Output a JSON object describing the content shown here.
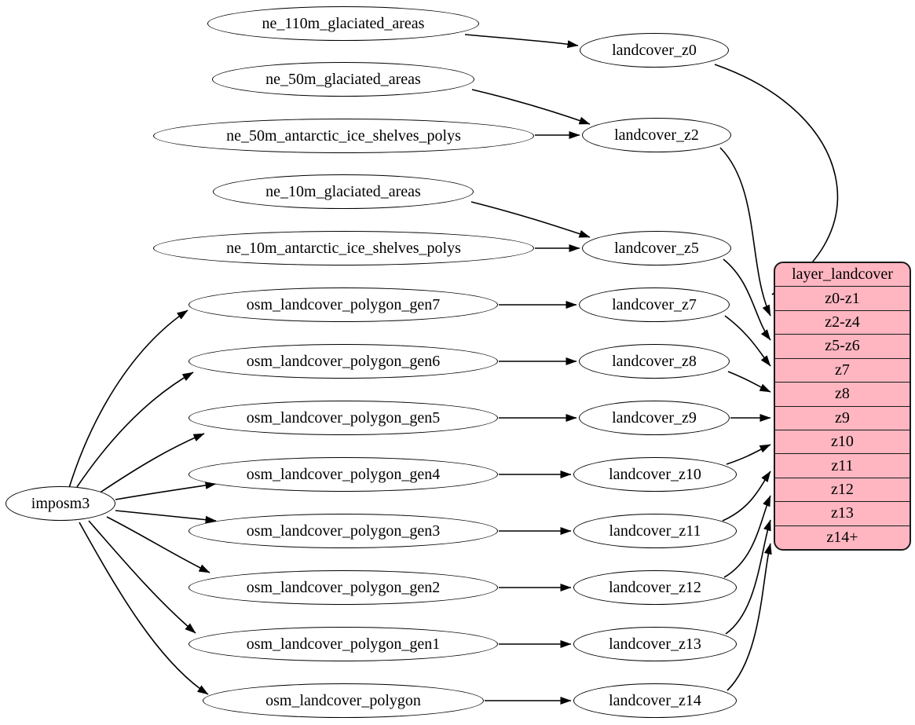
{
  "diagram": {
    "background": "#ffffff",
    "node_stroke_color": "#000000",
    "table": {
      "title": "layer_landcover",
      "fill": "#ffb6c1",
      "rows": [
        "z0-z1",
        "z2-z4",
        "z5-z6",
        "z7",
        "z8",
        "z9",
        "z10",
        "z11",
        "z12",
        "z13",
        "z14+"
      ]
    },
    "nodes": [
      {
        "id": "imposm3",
        "label": "imposm3"
      },
      {
        "id": "ne_110m_glaciated_areas",
        "label": "ne_110m_glaciated_areas"
      },
      {
        "id": "ne_50m_glaciated_areas",
        "label": "ne_50m_glaciated_areas"
      },
      {
        "id": "ne_50m_antarctic_ice_shelves_polys",
        "label": "ne_50m_antarctic_ice_shelves_polys"
      },
      {
        "id": "ne_10m_glaciated_areas",
        "label": "ne_10m_glaciated_areas"
      },
      {
        "id": "ne_10m_antarctic_ice_shelves_polys",
        "label": "ne_10m_antarctic_ice_shelves_polys"
      },
      {
        "id": "osm_landcover_polygon_gen7",
        "label": "osm_landcover_polygon_gen7"
      },
      {
        "id": "osm_landcover_polygon_gen6",
        "label": "osm_landcover_polygon_gen6"
      },
      {
        "id": "osm_landcover_polygon_gen5",
        "label": "osm_landcover_polygon_gen5"
      },
      {
        "id": "osm_landcover_polygon_gen4",
        "label": "osm_landcover_polygon_gen4"
      },
      {
        "id": "osm_landcover_polygon_gen3",
        "label": "osm_landcover_polygon_gen3"
      },
      {
        "id": "osm_landcover_polygon_gen2",
        "label": "osm_landcover_polygon_gen2"
      },
      {
        "id": "osm_landcover_polygon_gen1",
        "label": "osm_landcover_polygon_gen1"
      },
      {
        "id": "osm_landcover_polygon",
        "label": "osm_landcover_polygon"
      },
      {
        "id": "landcover_z0",
        "label": "landcover_z0"
      },
      {
        "id": "landcover_z2",
        "label": "landcover_z2"
      },
      {
        "id": "landcover_z5",
        "label": "landcover_z5"
      },
      {
        "id": "landcover_z7",
        "label": "landcover_z7"
      },
      {
        "id": "landcover_z8",
        "label": "landcover_z8"
      },
      {
        "id": "landcover_z9",
        "label": "landcover_z9"
      },
      {
        "id": "landcover_z10",
        "label": "landcover_z10"
      },
      {
        "id": "landcover_z11",
        "label": "landcover_z11"
      },
      {
        "id": "landcover_z12",
        "label": "landcover_z12"
      },
      {
        "id": "landcover_z13",
        "label": "landcover_z13"
      },
      {
        "id": "landcover_z14",
        "label": "landcover_z14"
      }
    ],
    "edges": [
      {
        "from": "ne_110m_glaciated_areas",
        "to": "landcover_z0"
      },
      {
        "from": "ne_50m_glaciated_areas",
        "to": "landcover_z2"
      },
      {
        "from": "ne_50m_antarctic_ice_shelves_polys",
        "to": "landcover_z2"
      },
      {
        "from": "ne_10m_glaciated_areas",
        "to": "landcover_z5"
      },
      {
        "from": "ne_10m_antarctic_ice_shelves_polys",
        "to": "landcover_z5"
      },
      {
        "from": "imposm3",
        "to": "osm_landcover_polygon_gen7"
      },
      {
        "from": "imposm3",
        "to": "osm_landcover_polygon_gen6"
      },
      {
        "from": "imposm3",
        "to": "osm_landcover_polygon_gen5"
      },
      {
        "from": "imposm3",
        "to": "osm_landcover_polygon_gen4"
      },
      {
        "from": "imposm3",
        "to": "osm_landcover_polygon_gen3"
      },
      {
        "from": "imposm3",
        "to": "osm_landcover_polygon_gen2"
      },
      {
        "from": "imposm3",
        "to": "osm_landcover_polygon_gen1"
      },
      {
        "from": "imposm3",
        "to": "osm_landcover_polygon"
      },
      {
        "from": "osm_landcover_polygon_gen7",
        "to": "landcover_z7"
      },
      {
        "from": "osm_landcover_polygon_gen6",
        "to": "landcover_z8"
      },
      {
        "from": "osm_landcover_polygon_gen5",
        "to": "landcover_z9"
      },
      {
        "from": "osm_landcover_polygon_gen4",
        "to": "landcover_z10"
      },
      {
        "from": "osm_landcover_polygon_gen3",
        "to": "landcover_z11"
      },
      {
        "from": "osm_landcover_polygon_gen2",
        "to": "landcover_z12"
      },
      {
        "from": "osm_landcover_polygon_gen1",
        "to": "landcover_z13"
      },
      {
        "from": "osm_landcover_polygon",
        "to": "landcover_z14"
      },
      {
        "from": "landcover_z0",
        "to": "layer_landcover.z0-z1"
      },
      {
        "from": "landcover_z2",
        "to": "layer_landcover.z2-z4"
      },
      {
        "from": "landcover_z5",
        "to": "layer_landcover.z5-z6"
      },
      {
        "from": "landcover_z7",
        "to": "layer_landcover.z7"
      },
      {
        "from": "landcover_z8",
        "to": "layer_landcover.z8"
      },
      {
        "from": "landcover_z9",
        "to": "layer_landcover.z9"
      },
      {
        "from": "landcover_z10",
        "to": "layer_landcover.z10"
      },
      {
        "from": "landcover_z11",
        "to": "layer_landcover.z11"
      },
      {
        "from": "landcover_z12",
        "to": "layer_landcover.z12"
      },
      {
        "from": "landcover_z13",
        "to": "layer_landcover.z13"
      },
      {
        "from": "landcover_z14",
        "to": "layer_landcover.z14+"
      }
    ]
  }
}
